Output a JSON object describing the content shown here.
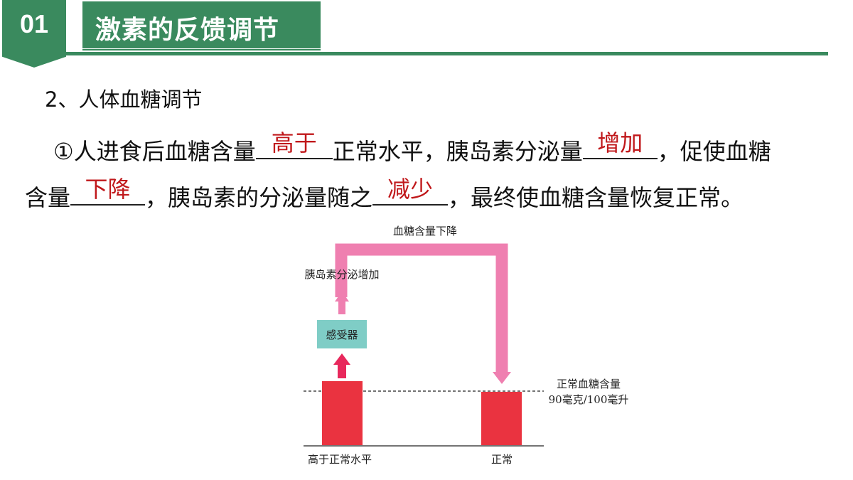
{
  "header": {
    "section_number": "01",
    "title": "激素的反馈调节"
  },
  "subtitle": "2、人体血糖调节",
  "paragraph": {
    "line1_prefix": "①人进食后血糖含量",
    "blank1_answer": "高于",
    "line1_mid1": "正常水平，胰岛素分泌量",
    "blank2_answer": "增加",
    "line1_suffix": "，促使血糖",
    "line2_prefix": "含量",
    "blank3_answer": "下降",
    "line2_mid": "，胰岛素的分泌量随之",
    "blank4_answer": "减少",
    "line2_suffix": "，最终使血糖含量恢复正常。"
  },
  "diagram": {
    "top_label": "血糖含量下降",
    "secretion_label": "胰岛素分泌增加",
    "receptor_label": "感受器",
    "normal_line_label_1": "正常血糖含量",
    "normal_line_label_2": "90毫克/100毫升",
    "bar_left_label": "高于正常水平",
    "bar_right_label": "正常",
    "colors": {
      "bar": "#ea3340",
      "arrow_up": "#e8285c",
      "arrow_pink": "#ef7fb0",
      "receptor_box": "#7fcdc6",
      "header_green": "#3a8a5e",
      "answer_red": "#c0181b"
    }
  }
}
